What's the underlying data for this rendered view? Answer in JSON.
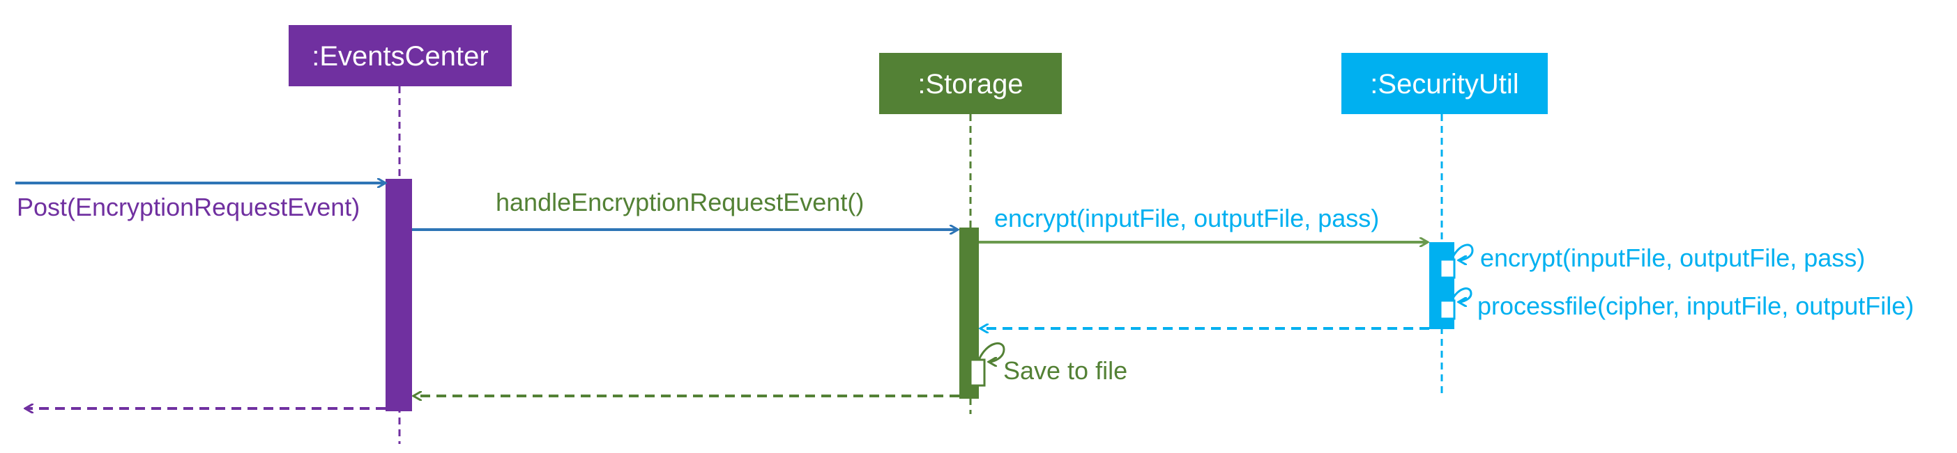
{
  "participants": {
    "events_center": {
      "label": ":EventsCenter",
      "color": "#7030A0"
    },
    "storage": {
      "label": ":Storage",
      "color": "#538135"
    },
    "security_util": {
      "label": ":SecurityUtil",
      "color": "#00B0F0"
    }
  },
  "messages": {
    "post_event": "Post(EncryptionRequestEvent)",
    "handle_event": "handleEncryptionRequestEvent()",
    "encrypt_call": "encrypt(inputFile, outputFile, pass)",
    "encrypt_self": "encrypt(inputFile, outputFile, pass)",
    "process_file": "processfile(cipher, inputFile, outputFile)",
    "save_to_file": "Save to file"
  },
  "colors": {
    "call_arrow": "#2E75B6",
    "storage_green": "#538135",
    "storage_arrow_green": "#6B9A4E",
    "security_blue": "#00B0F0",
    "events_purple": "#7030A0"
  }
}
